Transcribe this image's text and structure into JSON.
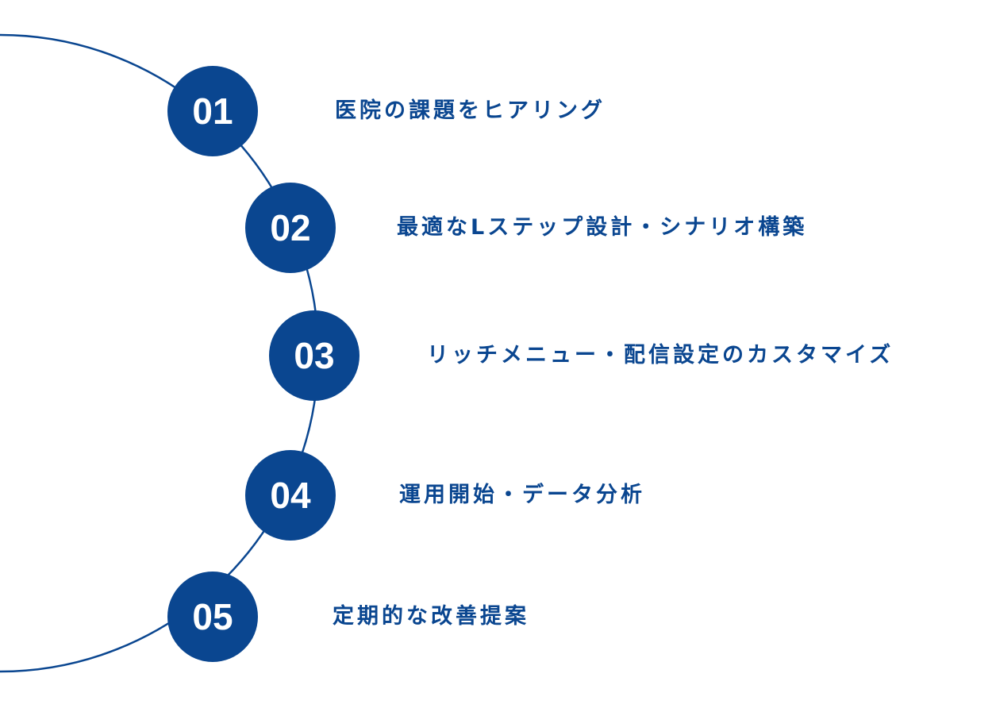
{
  "theme": {
    "primary_color": "#0a4690",
    "text_on_primary": "#ffffff",
    "background": "#ffffff"
  },
  "steps": [
    {
      "number": "01",
      "label": "医院の課題をヒアリング"
    },
    {
      "number": "02",
      "label": "最適なLステップ設計・シナリオ構築"
    },
    {
      "number": "03",
      "label": "リッチメニュー・配信設定のカスタマイズ"
    },
    {
      "number": "04",
      "label": "運用開始・データ分析"
    },
    {
      "number": "05",
      "label": "定期的な改善提案"
    }
  ]
}
